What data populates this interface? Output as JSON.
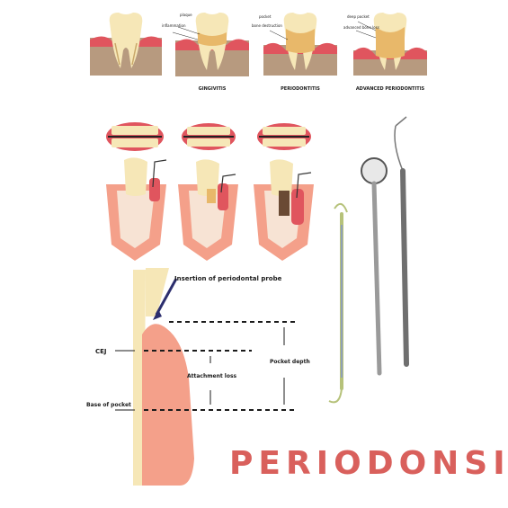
{
  "stages": [
    {
      "caption": "GINGIVITIS",
      "labels": []
    },
    {
      "caption": "PERIODONTITIS",
      "labels": [
        "plaque",
        "inflammation"
      ]
    },
    {
      "caption": "ADVANCED PERIODONTITIS",
      "labels": [
        "pocket",
        "bone destruction"
      ]
    }
  ],
  "advanced_labels": [
    "deep pocket",
    "advanced bone loss"
  ],
  "probe_diagram": {
    "insertion": "Insertion of periodontal probe",
    "cej": "CEJ",
    "base": "Base of pocket",
    "attachment": "Attachment loss",
    "pocket": "Pocket depth"
  },
  "title": "PERIODONSI",
  "colors": {
    "enamel": "#f6e7b7",
    "gum": "#e0555e",
    "bone": "#b79a7f",
    "plaque": "#e8b86a",
    "tissue": "#f4a08a",
    "title": "#d9605c",
    "probe_arrow": "#2c2e6e",
    "instrument": "#9a9a9a",
    "instrument_green": "#b6c27a"
  }
}
